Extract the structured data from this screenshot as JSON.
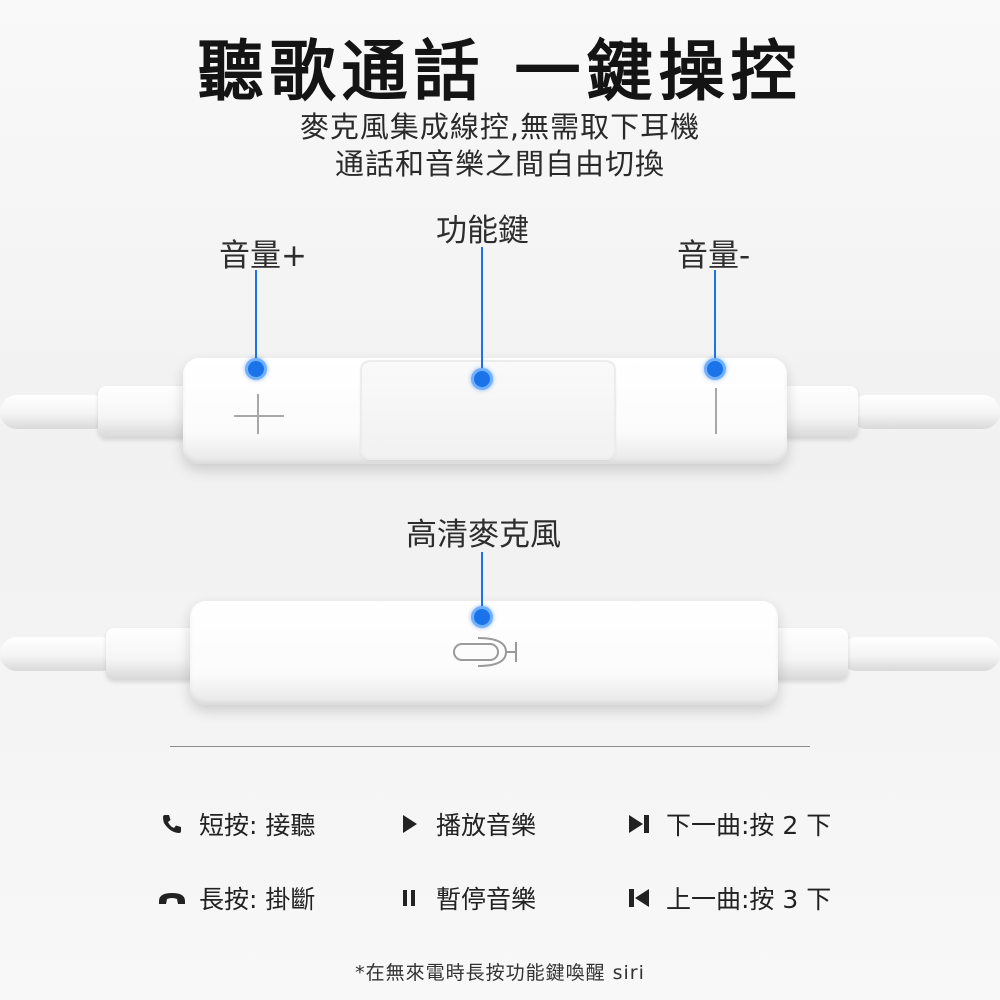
{
  "header": {
    "title": "聽歌通話 一鍵操控",
    "subtitle_line1": "麥克風集成線控,無需取下耳機",
    "subtitle_line2": "通話和音樂之間自由切換"
  },
  "labels": {
    "volume_up": "音量+",
    "function_key": "功能鍵",
    "volume_down": "音量-",
    "microphone": "高清麥克風"
  },
  "controls": [
    {
      "icon": "phone-icon",
      "label": "短按: 接聽"
    },
    {
      "icon": "play-icon",
      "label": "播放音樂"
    },
    {
      "icon": "next-track-icon",
      "label": "下一曲:按 2 下"
    },
    {
      "icon": "hang-up-icon",
      "label": "長按: 掛斷"
    },
    {
      "icon": "pause-icon",
      "label": "暫停音樂"
    },
    {
      "icon": "previous-track-icon",
      "label": "上一曲:按 3 下"
    }
  ],
  "footnote": "*在無來電時長按功能鍵喚醒 siri",
  "colors": {
    "accent": "#1a73e8",
    "text": "#1e1e1e",
    "background": "#f4f4f4"
  }
}
